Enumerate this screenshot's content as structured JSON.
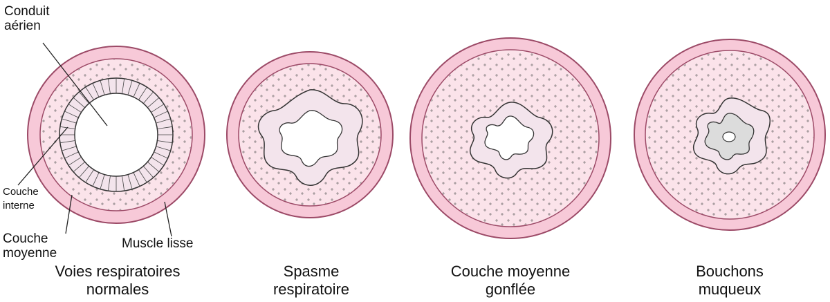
{
  "colors": {
    "wall_fill": "#f7c9d8",
    "wall_stroke": "#9c4a67",
    "middle_layer": "#fbe3ea",
    "epithelium": "#f3e4ec",
    "nucleus": "#b56a8b",
    "mucus": "#dcdcdc",
    "ink": "#222222"
  },
  "labels": {
    "airway": "Conduit\naérien",
    "inner_layer": "Couche\ninterne",
    "middle_layer": "Couche\nmoyenne",
    "smooth_muscle": "Muscle lisse"
  },
  "panels": [
    {
      "id": "normal",
      "caption": "Voies respiratoires\nnormales"
    },
    {
      "id": "spasm",
      "caption": "Spasme\nrespiratoire"
    },
    {
      "id": "swollen",
      "caption": "Couche moyenne\ngonflée"
    },
    {
      "id": "mucus",
      "caption": "Bouchons\nmuqueux"
    }
  ]
}
